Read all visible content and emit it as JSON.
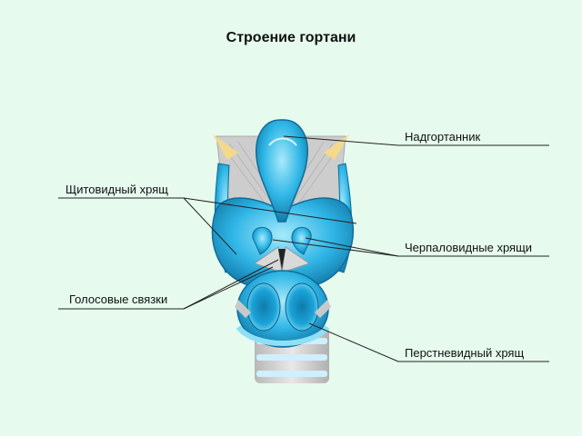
{
  "title": "Строение гортани",
  "labels": {
    "epiglottis": "Надгортанник",
    "thyroid": "Щитовидный хрящ",
    "arytenoid": "Черпаловидные хрящи",
    "vocal_cords": "Голосовые связки",
    "cricoid": "Перстневидный хрящ"
  },
  "colors": {
    "background": "#e6fbee",
    "cartilage_dark": "#1a9fd6",
    "cartilage_light": "#8fe0f5",
    "cartilage_deep": "#0f6d9a",
    "ligament": "#c9c9c9",
    "epiglottis_edge": "#f4d98a",
    "leader_line": "#222222"
  }
}
